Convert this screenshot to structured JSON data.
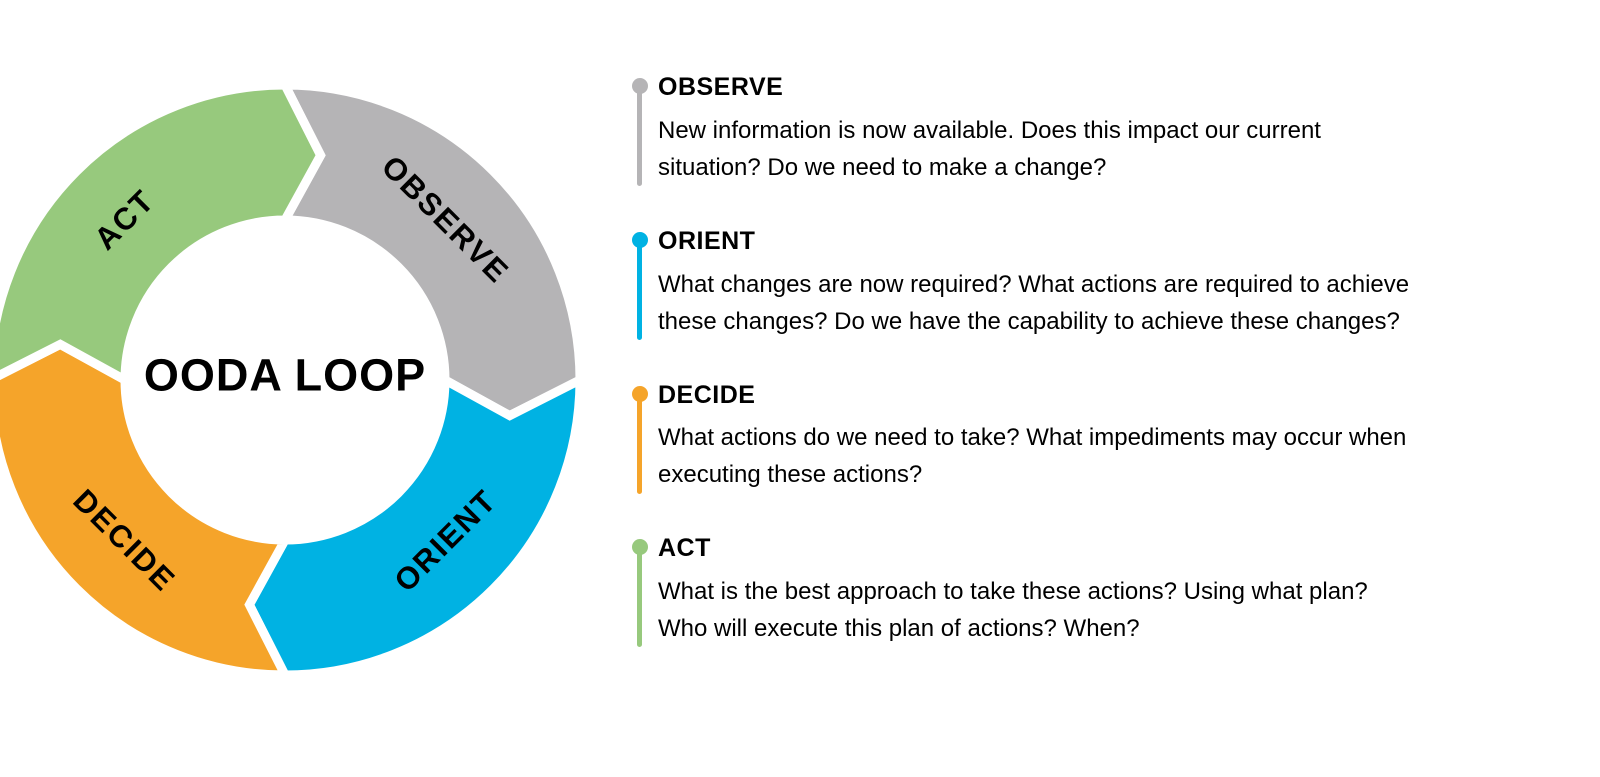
{
  "title": "OODA LOOP",
  "colors": {
    "observe": "#B5B4B6",
    "orient": "#00B2E3",
    "decide": "#F5A42A",
    "act": "#97C97D"
  },
  "ring": {
    "labels": {
      "act": "ACT",
      "observe": "OBSERVE",
      "orient": "ORIENT",
      "decide": "DECIDE"
    }
  },
  "sections": [
    {
      "id": "observe",
      "heading": "OBSERVE",
      "lines": [
        "New information is now available. Does this impact our current",
        "situation? Do we need to make a change?"
      ]
    },
    {
      "id": "orient",
      "heading": "ORIENT",
      "lines": [
        "What changes are now required? What actions are required to achieve",
        "these changes? Do we have the capability to achieve these changes?"
      ]
    },
    {
      "id": "decide",
      "heading": "DECIDE",
      "lines": [
        "What actions do we need to take? What impediments may occur when",
        "executing these actions?"
      ]
    },
    {
      "id": "act",
      "heading": "ACT",
      "lines": [
        "What is the best approach to take these actions? Using what plan?",
        "Who will execute this plan of actions? When?"
      ]
    }
  ]
}
